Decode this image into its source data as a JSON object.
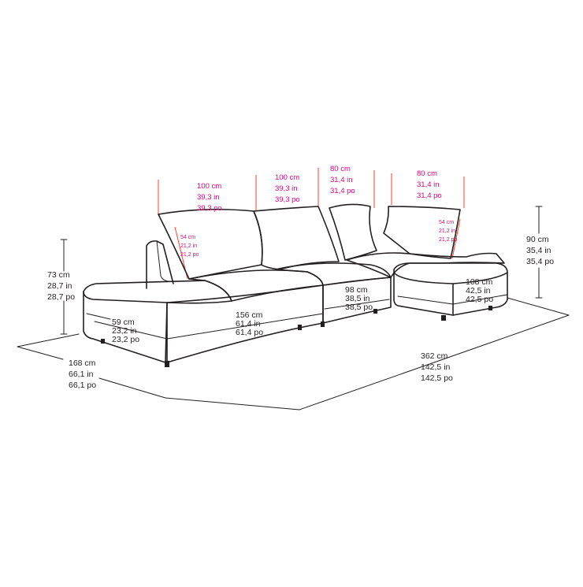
{
  "colors": {
    "outline": "#231f20",
    "label_dark": "#231f20",
    "label_pink": "#e5007e",
    "guide_red": "#ff4f3a"
  },
  "dimensions": {
    "cushion_1_width": [
      "100 cm",
      "39,3 in",
      "39,3 po"
    ],
    "cushion_2_width": [
      "100 cm",
      "39,3 in",
      "39,3 po"
    ],
    "cushion_3_width": [
      "80 cm",
      "31,4 in",
      "31,4 po"
    ],
    "cushion_4_width": [
      "80 cm",
      "31,4 in",
      "31,4 po"
    ],
    "backrest_left_height": [
      "54 cm",
      "21,2 in",
      "21,2 po"
    ],
    "backrest_right_height": [
      "54 cm",
      "21,2 in",
      "21,2 po"
    ],
    "overall_height": [
      "73 cm",
      "28,7 in",
      "28,7 po"
    ],
    "back_height": [
      "90 cm",
      "35,4 in",
      "35,4 po"
    ],
    "chaise_width": [
      "59 cm",
      "23,2 in",
      "23,2 po"
    ],
    "main_seat_width": [
      "156 cm",
      "61,4 in",
      "61,4 po"
    ],
    "middle_seat_depth": [
      "98 cm",
      "38,5 in",
      "38,5 po"
    ],
    "ottoman_depth": [
      "108 cm",
      "42,5 in",
      "42,5 po"
    ],
    "overall_depth": [
      "168 cm",
      "66,1 in",
      "66,1 po"
    ],
    "overall_length": [
      "362 cm",
      "142,5 in",
      "142,5 po"
    ]
  }
}
